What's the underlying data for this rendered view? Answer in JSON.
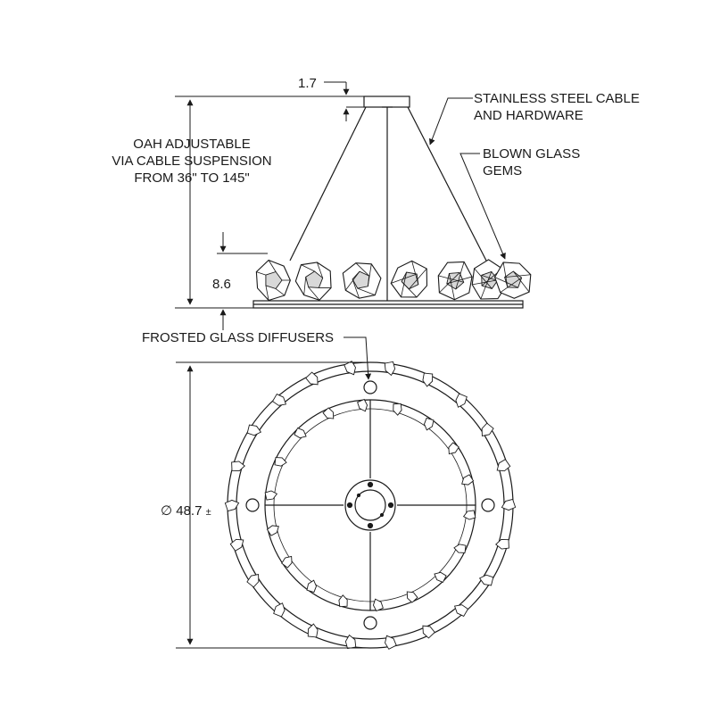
{
  "dimensions": {
    "canopy_height": "1.7",
    "fixture_height": "8.6",
    "diameter_symbol": "∅",
    "diameter": "48.7",
    "diameter_tolerance": "±"
  },
  "callouts": {
    "oah": [
      "OAH ADJUSTABLE",
      "VIA CABLE SUSPENSION",
      "FROM 36\" TO 145\""
    ],
    "cable": [
      "STAINLESS STEEL CABLE",
      "AND HARDWARE"
    ],
    "gems": [
      "BLOWN GLASS",
      "GEMS"
    ],
    "diffusers": "FROSTED GLASS DIFFUSERS"
  },
  "colors": {
    "line": "#1a1a1a",
    "glass_fill": "#d8d8d8",
    "ring_fill": "#ffffff"
  }
}
